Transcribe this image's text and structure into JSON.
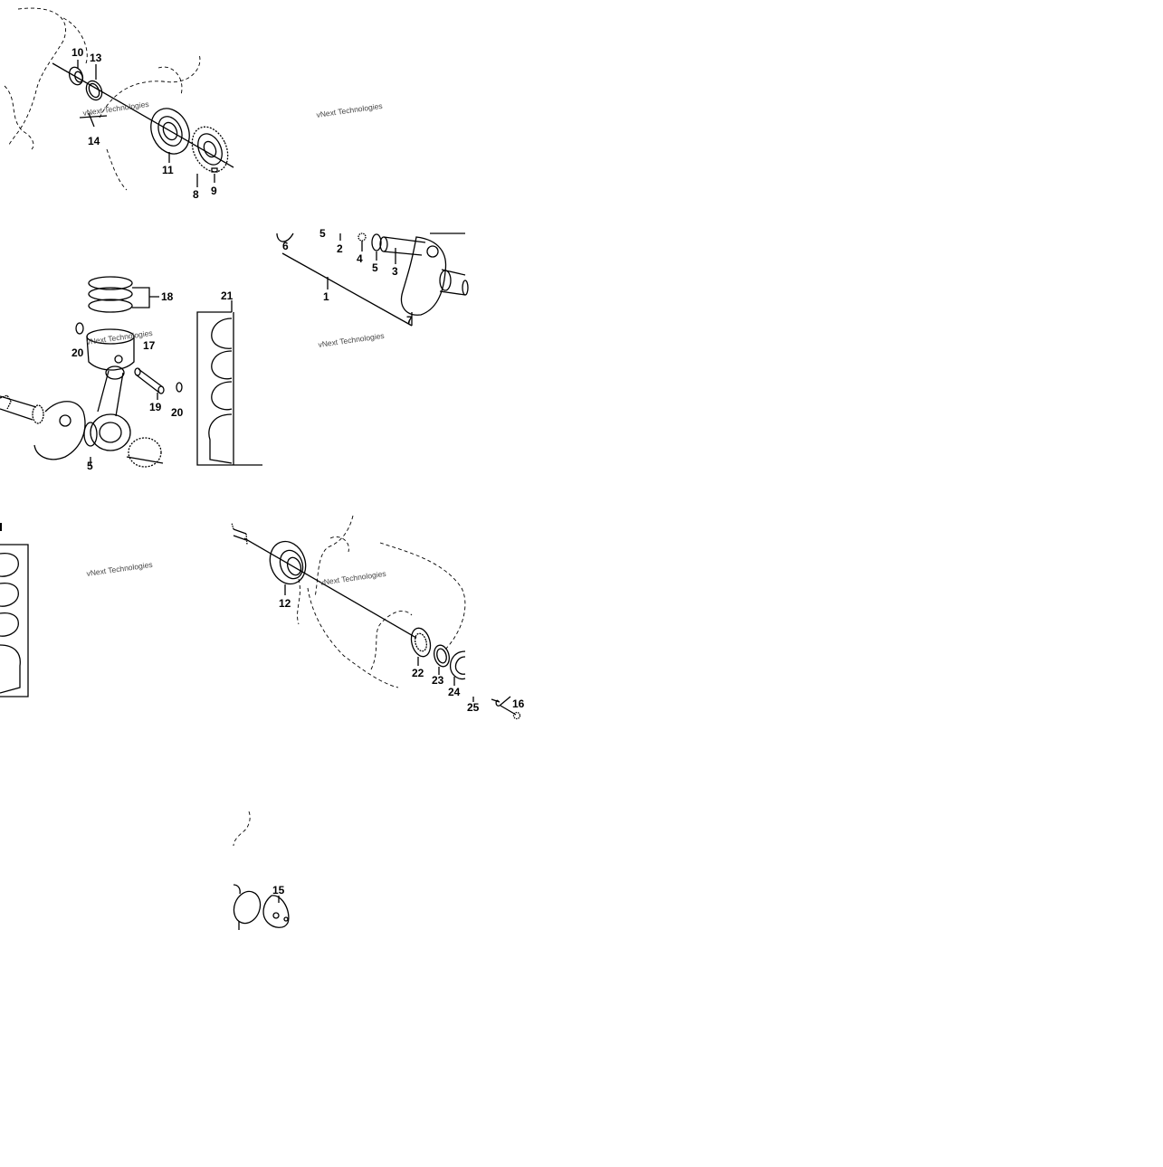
{
  "watermark": {
    "text": "vNext Technologies"
  },
  "labels": {
    "n1": "1",
    "n2": "2",
    "n3": "3",
    "n4": "4",
    "n5a": "5",
    "n5b": "5",
    "n5c": "5",
    "n6": "6",
    "n7": "7",
    "n8": "8",
    "n9": "9",
    "n10": "10",
    "n11": "11",
    "n12": "12",
    "n13": "13",
    "n14": "14",
    "n15": "15",
    "n16": "16",
    "n17": "17",
    "n18": "18",
    "n19": "19",
    "n20a": "20",
    "n20b": "20",
    "n21": "21",
    "n22": "22",
    "n23": "23",
    "n24": "24",
    "n25": "25"
  }
}
